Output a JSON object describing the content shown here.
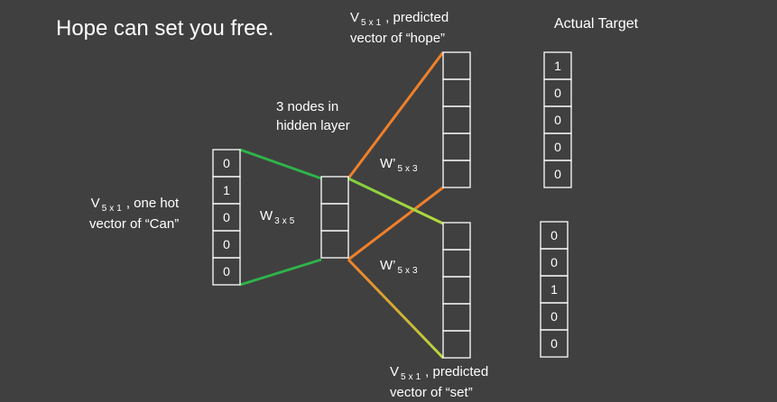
{
  "title": "Hope can set you free.",
  "actual_target_label": "Actual Target",
  "hidden_label": {
    "line1": "3 nodes in",
    "line2": "hidden layer"
  },
  "input_label": {
    "v": "V",
    "sub": "5x1",
    "rest": ", one hot",
    "line2": "vector of “Can”"
  },
  "w_label": {
    "w": "W",
    "sub": "3x5"
  },
  "w_prime_top": {
    "w": "W’",
    "sub": "5x3"
  },
  "w_prime_bottom": {
    "w": "W’",
    "sub": "5x3"
  },
  "pred_hope_label": {
    "v": "V",
    "sub": "5x1",
    "rest": ", predicted",
    "line2": "vector of “hope”"
  },
  "pred_set_label": {
    "v": "V",
    "sub": "5x1",
    "rest": ", predicted",
    "line2": "vector of “set”"
  },
  "input_vector": [
    "0",
    "1",
    "0",
    "0",
    "0"
  ],
  "target_hope": [
    "1",
    "0",
    "0",
    "0",
    "0"
  ],
  "target_set": [
    "0",
    "0",
    "1",
    "0",
    "0"
  ],
  "colors": {
    "background": "#404040",
    "green": "#2fb34a",
    "orange": "#f0802a",
    "lime": "#a6d13a",
    "box_border": "#ffffff"
  }
}
